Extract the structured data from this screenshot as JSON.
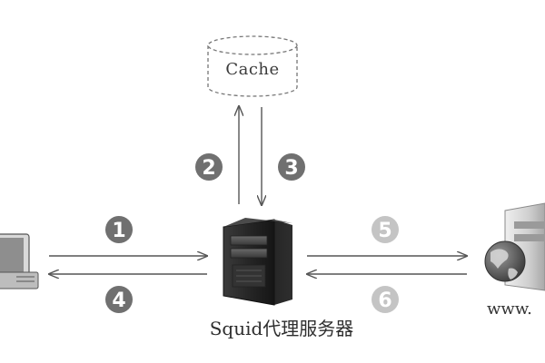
{
  "diagram": {
    "cache_label": "Cache",
    "server_label": "Squid代理服务器",
    "web_label": "www.",
    "steps": [
      "1",
      "2",
      "3",
      "4",
      "5",
      "6"
    ],
    "colors": {
      "step_dark": "#707070",
      "step_light": "#c4c4c4",
      "arrow": "#555555",
      "server_body": "#2a2a2a",
      "background": "#ffffff"
    }
  }
}
